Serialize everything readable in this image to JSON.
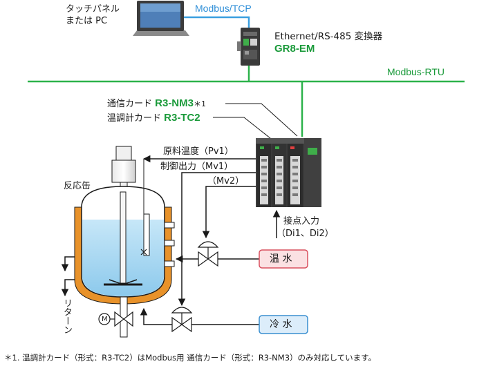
{
  "touch_panel": {
    "line1": "タッチパネル",
    "line2": "または PC"
  },
  "links": {
    "modbus_tcp": "Modbus/TCP",
    "modbus_rtu": "Modbus-RTU"
  },
  "converter": {
    "caption": "Ethernet/RS-485 変換器",
    "model": "GR8-EM"
  },
  "cards": {
    "comm_prefix": "通信カード ",
    "comm_model": "R3-NM3",
    "comm_note": "＊1",
    "temp_prefix": "温調計カード ",
    "temp_model": "R3-TC2"
  },
  "signals": {
    "pv1": "原料温度（Pv1）",
    "mv1": "制御出力（Mv1）",
    "mv2": "（Mv2）"
  },
  "contact": {
    "line1": "接点入力",
    "line2": "（Di1、Di2）"
  },
  "vessel": {
    "label": "反応缶",
    "return_label": "リターン",
    "motor_symbol": "M"
  },
  "sources": {
    "hot_water": "温 水",
    "cold_water": "冷 水"
  },
  "footnote": "＊1. 温調計カード（形式：R3-TC2）はModbus用 通信カード（形式：R3-NM3）のみ対応しています。",
  "colors": {
    "tcp_line": "#3a9fe0",
    "rtu_line": "#2cb24a",
    "model_text": "#1a9a3a",
    "hot_water_fill": "#fbe1e3",
    "hot_water_border": "#d9505f",
    "cold_water_fill": "#dcedfa",
    "cold_water_border": "#3a8fd0",
    "jacket": "#e8922a",
    "liquid": "#a8d8f2"
  }
}
